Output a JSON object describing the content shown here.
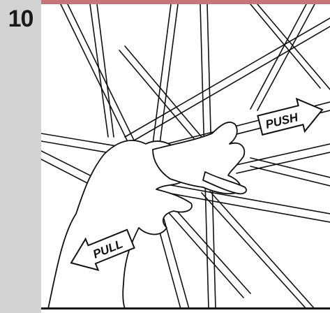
{
  "step": {
    "number": "10"
  },
  "illustration": {
    "push_label": "PUSH",
    "pull_label": "PULL"
  },
  "colors": {
    "accent_bar": "#c9737a",
    "panel": "#d2d3d5",
    "ink": "#111111"
  }
}
